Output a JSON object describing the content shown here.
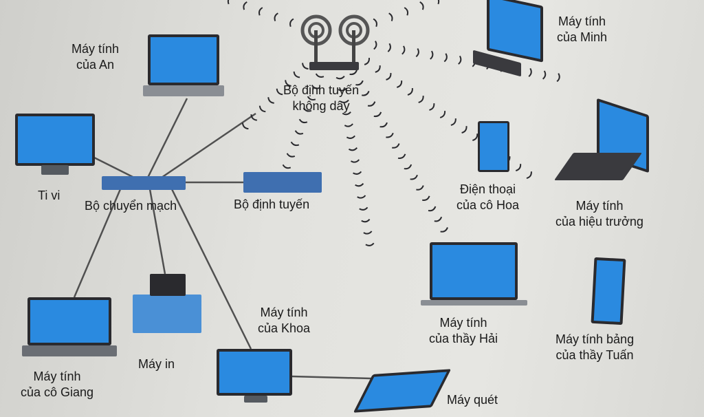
{
  "diagram": {
    "title": "Mạng máy tính",
    "nodes": {
      "an": "Máy tính\ncủa An",
      "wireless_router": "Bộ định tuyến\nkhông dây",
      "minh": "Máy tính\ncủa Minh",
      "tv": "Ti vi",
      "switch": "Bộ chuyển mạch",
      "router": "Bộ định tuyến",
      "phone_hoa": "Điện thoại\ncủa cô Hoa",
      "principal": "Máy tính\ncủa hiệu trưởng",
      "khoa": "Máy tính\ncủa Khoa",
      "hai": "Máy tính\ncủa thầy Hải",
      "tuan": "Máy tính bảng\ncủa thầy Tuấn",
      "giang": "Máy tính\ncủa cô Giang",
      "printer": "Máy in",
      "scanner": "Máy quét"
    },
    "colors": {
      "screen": "#2a8ae0",
      "frame": "#2a2a2e",
      "wire": "#505050"
    }
  }
}
